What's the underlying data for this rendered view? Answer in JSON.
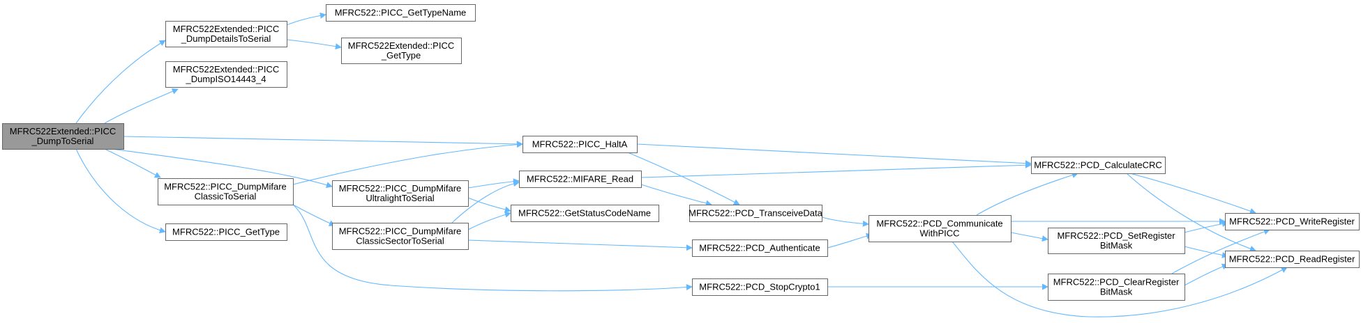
{
  "accent_color": "#63b8ff",
  "nodes": [
    {
      "id": "root",
      "name": "node-dump-to-serial",
      "lines": [
        "MFRC522Extended::PICC",
        "_DumpToSerial"
      ],
      "root": true
    },
    {
      "id": "dumpdetails",
      "name": "node-dump-details-to-serial",
      "lines": [
        "MFRC522Extended::PICC",
        "_DumpDetailsToSerial"
      ]
    },
    {
      "id": "gettypename",
      "name": "node-get-type-name",
      "lines": [
        "MFRC522::PICC_GetTypeName"
      ]
    },
    {
      "id": "extgettype",
      "name": "node-extended-get-type",
      "lines": [
        "MFRC522Extended::PICC",
        "_GetType"
      ]
    },
    {
      "id": "dumpiso",
      "name": "node-dump-iso14443-4",
      "lines": [
        "MFRC522Extended::PICC",
        "_DumpISO14443_4"
      ]
    },
    {
      "id": "dumpmifare",
      "name": "node-dump-mifare-classic",
      "lines": [
        "MFRC522::PICC_DumpMifare",
        "ClassicToSerial"
      ]
    },
    {
      "id": "gettype",
      "name": "node-get-type",
      "lines": [
        "MFRC522::PICC_GetType"
      ]
    },
    {
      "id": "dumpul",
      "name": "node-dump-mifare-ultralight",
      "lines": [
        "MFRC522::PICC_DumpMifare",
        "UltralightToSerial"
      ]
    },
    {
      "id": "dumpsector",
      "name": "node-dump-mifare-classic-sector",
      "lines": [
        "MFRC522::PICC_DumpMifare",
        "ClassicSectorToSerial"
      ]
    },
    {
      "id": "halta",
      "name": "node-halt-a",
      "lines": [
        "MFRC522::PICC_HaltA"
      ]
    },
    {
      "id": "mifareread",
      "name": "node-mifare-read",
      "lines": [
        "MFRC522::MIFARE_Read"
      ]
    },
    {
      "id": "statuscode",
      "name": "node-get-status-code-name",
      "lines": [
        "MFRC522::GetStatusCodeName"
      ]
    },
    {
      "id": "transceive",
      "name": "node-transceive-data",
      "lines": [
        "MFRC522::PCD_TransceiveData"
      ]
    },
    {
      "id": "authenticate",
      "name": "node-authenticate",
      "lines": [
        "MFRC522::PCD_Authenticate"
      ]
    },
    {
      "id": "stopcrypto",
      "name": "node-stop-crypto1",
      "lines": [
        "MFRC522::PCD_StopCrypto1"
      ]
    },
    {
      "id": "communicate",
      "name": "node-communicate-with-picc",
      "lines": [
        "MFRC522::PCD_Communicate",
        "WithPICC"
      ]
    },
    {
      "id": "calccrc",
      "name": "node-calculate-crc",
      "lines": [
        "MFRC522::PCD_CalculateCRC"
      ]
    },
    {
      "id": "setbitmask",
      "name": "node-set-register-bitmask",
      "lines": [
        "MFRC522::PCD_SetRegister",
        "BitMask"
      ]
    },
    {
      "id": "clearbitmask",
      "name": "node-clear-register-bitmask",
      "lines": [
        "MFRC522::PCD_ClearRegister",
        "BitMask"
      ]
    },
    {
      "id": "writereg",
      "name": "node-write-register",
      "lines": [
        "MFRC522::PCD_WriteRegister"
      ]
    },
    {
      "id": "readreg",
      "name": "node-read-register",
      "lines": [
        "MFRC522::PCD_ReadRegister"
      ]
    }
  ],
  "edges": [
    {
      "from": "root",
      "to": "dumpdetails"
    },
    {
      "from": "root",
      "to": "dumpiso"
    },
    {
      "from": "root",
      "to": "halta"
    },
    {
      "from": "root",
      "to": "dumpmifare"
    },
    {
      "from": "root",
      "to": "dumpul"
    },
    {
      "from": "root",
      "to": "gettype"
    },
    {
      "from": "dumpdetails",
      "to": "gettypename"
    },
    {
      "from": "dumpdetails",
      "to": "extgettype"
    },
    {
      "from": "dumpmifare",
      "to": "halta"
    },
    {
      "from": "dumpmifare",
      "to": "dumpsector"
    },
    {
      "from": "dumpmifare",
      "to": "stopcrypto"
    },
    {
      "from": "dumpul",
      "to": "mifareread"
    },
    {
      "from": "dumpul",
      "to": "statuscode"
    },
    {
      "from": "dumpsector",
      "to": "mifareread"
    },
    {
      "from": "dumpsector",
      "to": "statuscode"
    },
    {
      "from": "dumpsector",
      "to": "authenticate"
    },
    {
      "from": "halta",
      "to": "calccrc"
    },
    {
      "from": "halta",
      "to": "transceive"
    },
    {
      "from": "mifareread",
      "to": "calccrc"
    },
    {
      "from": "mifareread",
      "to": "transceive"
    },
    {
      "from": "transceive",
      "to": "communicate"
    },
    {
      "from": "authenticate",
      "to": "communicate"
    },
    {
      "from": "stopcrypto",
      "to": "clearbitmask"
    },
    {
      "from": "communicate",
      "to": "calccrc"
    },
    {
      "from": "communicate",
      "to": "writereg"
    },
    {
      "from": "communicate",
      "to": "setbitmask"
    },
    {
      "from": "communicate",
      "to": "readreg"
    },
    {
      "from": "calccrc",
      "to": "writereg"
    },
    {
      "from": "calccrc",
      "to": "readreg"
    },
    {
      "from": "setbitmask",
      "to": "writereg"
    },
    {
      "from": "setbitmask",
      "to": "readreg"
    },
    {
      "from": "clearbitmask",
      "to": "writereg"
    },
    {
      "from": "clearbitmask",
      "to": "readreg"
    }
  ]
}
